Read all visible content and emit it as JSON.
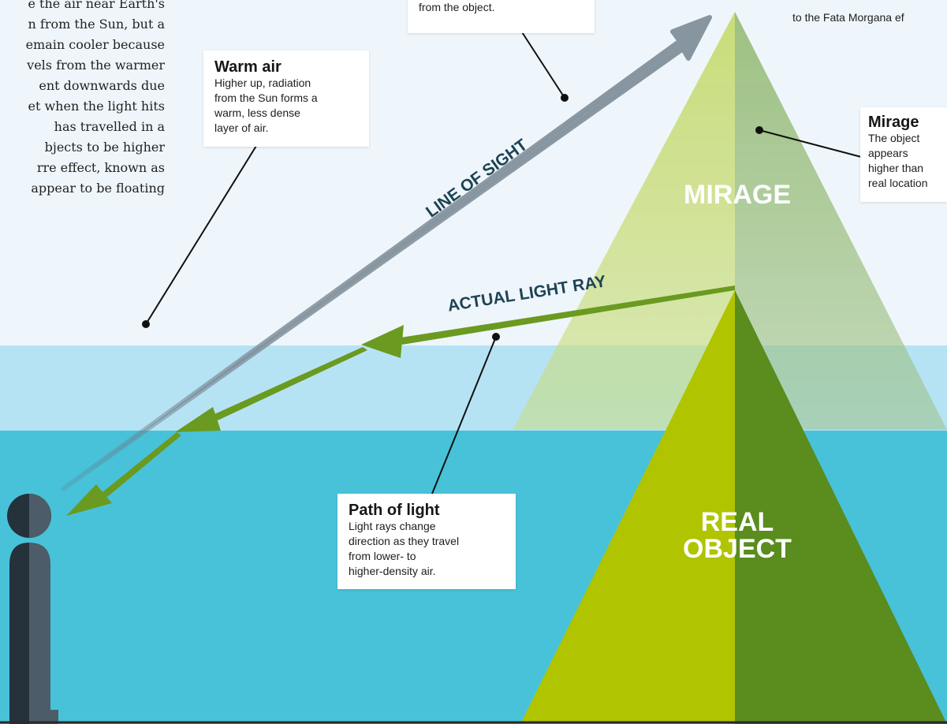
{
  "intro_text": {
    "lines": [
      "e the air near Earth's",
      "n from the Sun, but a",
      "emain cooler because",
      "vels from the warmer",
      "ent downwards due",
      "et when the light hits",
      "has travelled in a",
      "bjects to be higher",
      "rre effect, known as",
      "appear to be floating"
    ]
  },
  "top_callout_fragment": "from the object.",
  "top_right_fragment": "to the Fata Morgana ef",
  "callouts": {
    "warm_air": {
      "title": "Warm air",
      "lines": [
        "Higher up, radiation",
        "from the Sun forms a",
        "warm, less dense",
        "layer of air."
      ]
    },
    "mirage": {
      "title": "Mirage",
      "lines": [
        "The object",
        "appears",
        "higher than",
        "real location"
      ]
    },
    "path_of_light": {
      "title": "Path of light",
      "lines": [
        "Light rays change",
        "direction as they travel",
        "from lower- to",
        "higher-density air."
      ]
    }
  },
  "labels": {
    "line_of_sight": "LINE OF SIGHT",
    "actual_light_ray": "ACTUAL LIGHT RAY",
    "mirage_word": "MIRAGE",
    "real_object_line1": "REAL",
    "real_object_line2": "OBJECT"
  },
  "colors": {
    "sky": "#eef6fb",
    "warm_band": "#b6e3f4",
    "cool_layer": "#48c2d9",
    "object_light": "#b0c400",
    "object_dark": "#5a8c1e",
    "mirage_light": "#c8dc78",
    "mirage_dark": "#9cbf80",
    "line_of_sight": "#8795a0",
    "light_ray": "#6a9a1f",
    "person_dark": "#25313b",
    "person_light": "#4c5c68",
    "label_text": "#1f4255"
  },
  "icons": [
    "person-silhouette"
  ]
}
